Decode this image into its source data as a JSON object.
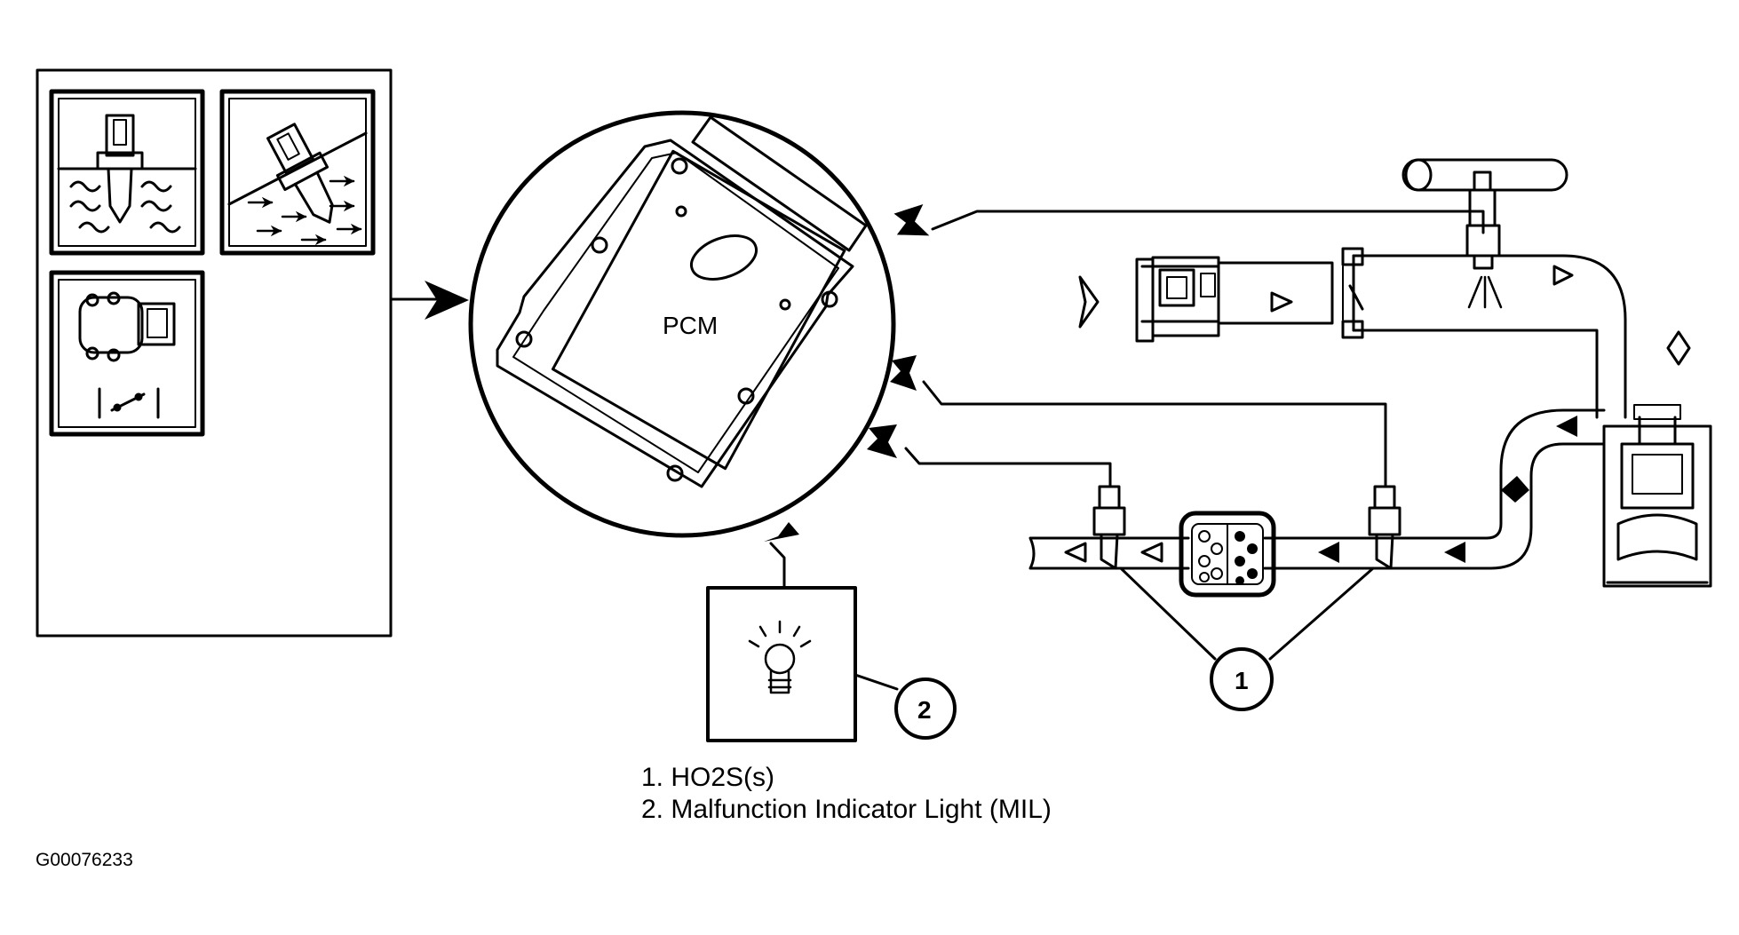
{
  "diagram": {
    "title": "HO2S Catalyst Monitor",
    "pcm_label": "PCM",
    "callouts": [
      "1",
      "2"
    ],
    "legend": [
      "1. HO2S(s)",
      "2. Malfunction Indicator Light (MIL)"
    ],
    "figure_id": "G00076233",
    "sensor_panel": {
      "items": [
        "coolant-temperature-sensor",
        "mass-air-flow-sensor",
        "throttle-position-sensor"
      ]
    }
  }
}
